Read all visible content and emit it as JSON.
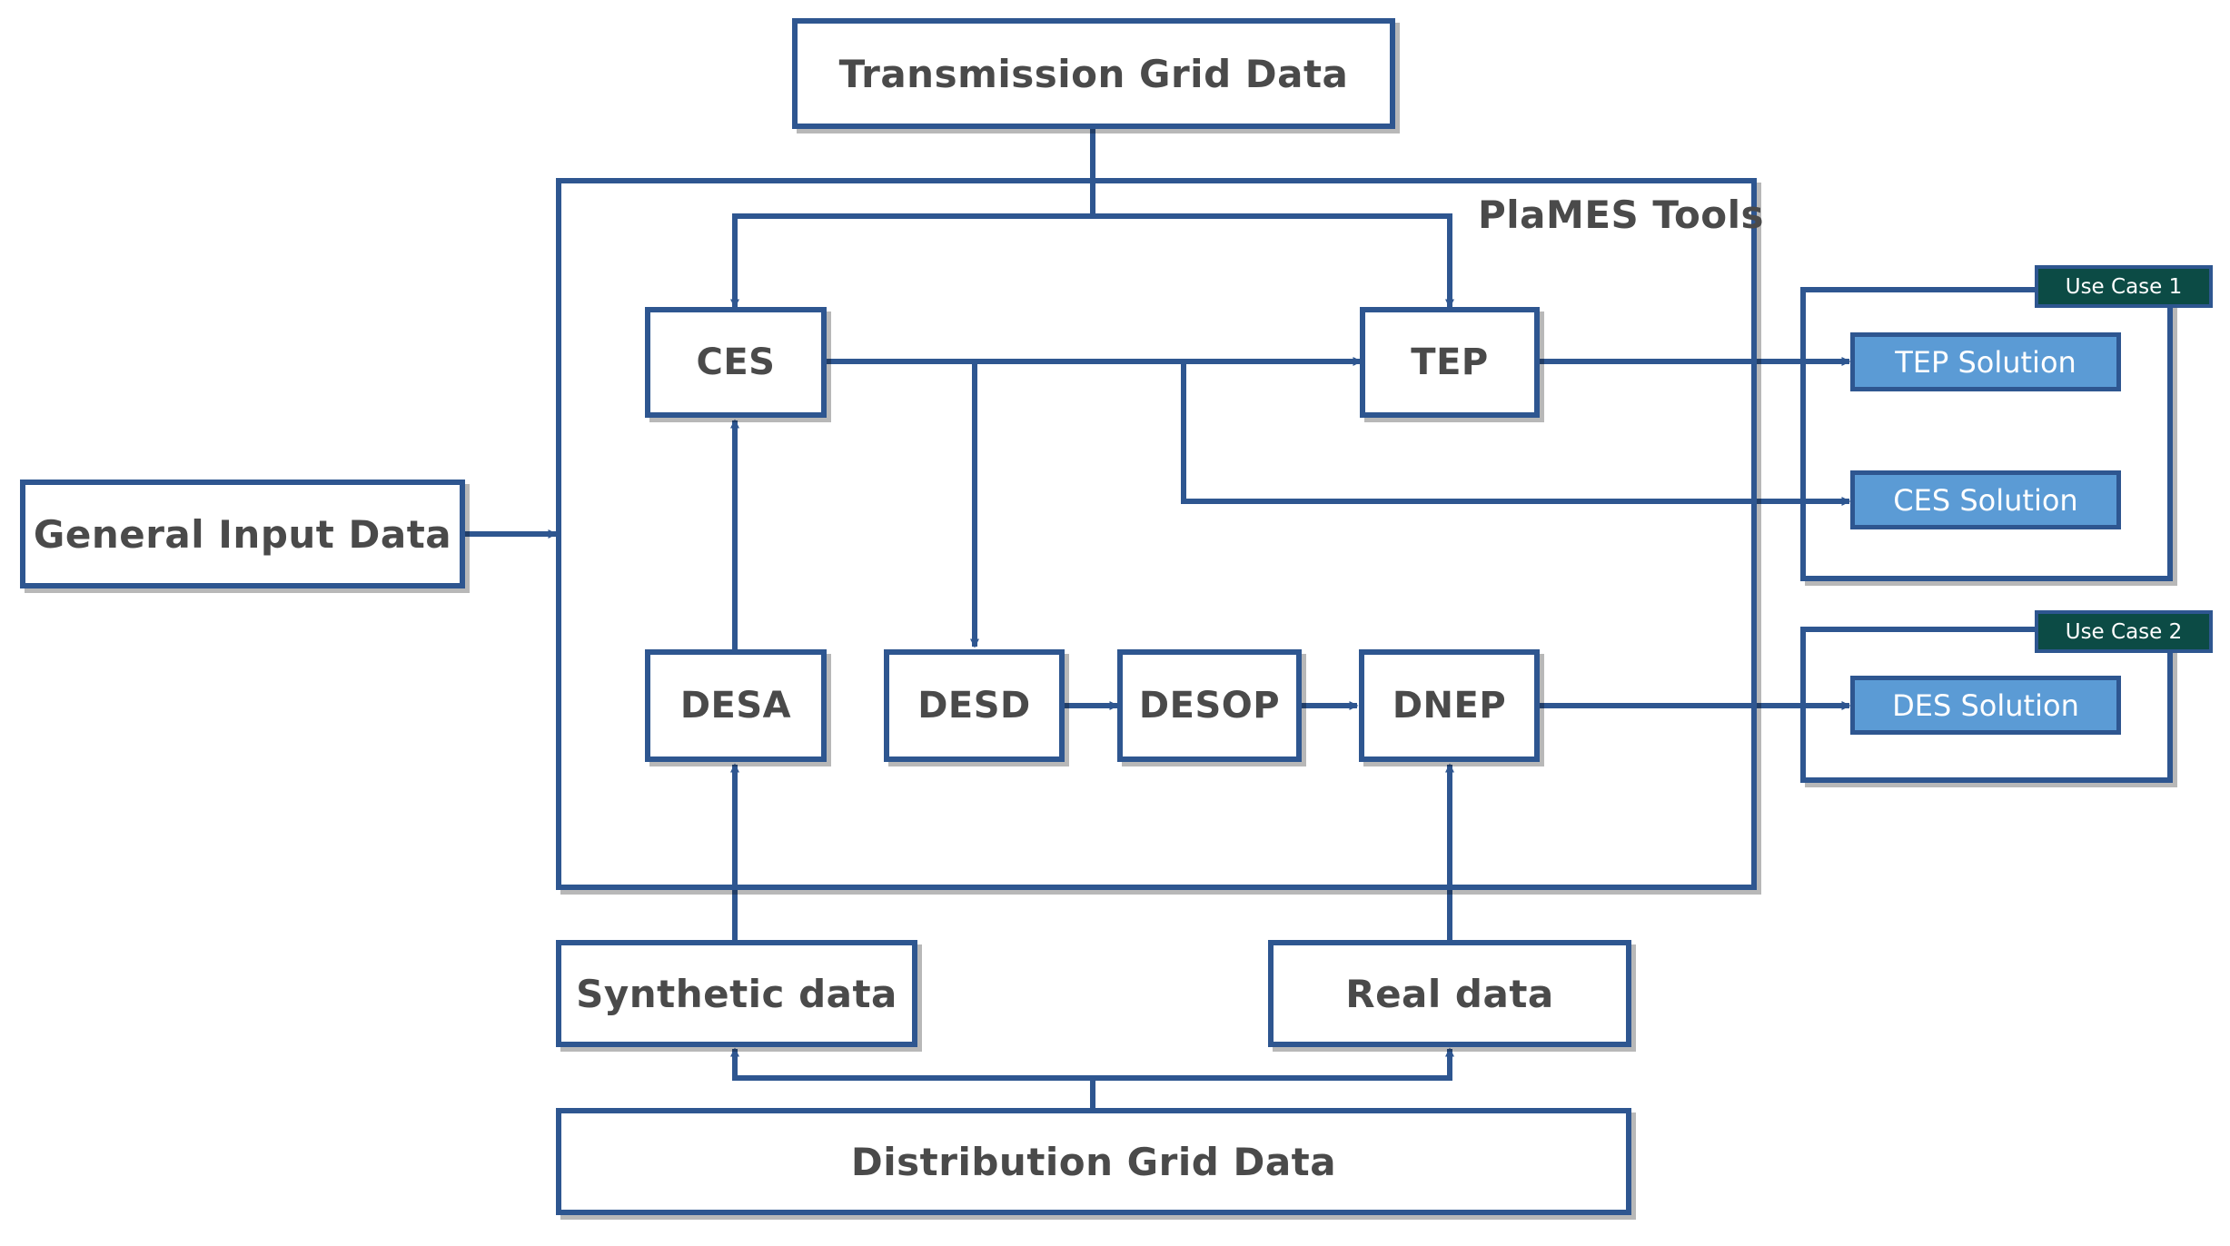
{
  "inputs": {
    "transmission": "Transmission Grid Data",
    "general": "General Input Data",
    "synthetic": "Synthetic data",
    "real": "Real data",
    "distribution": "Distribution Grid Data"
  },
  "tools": {
    "title": "PlaMES Tools",
    "ces": "CES",
    "tep": "TEP",
    "desa": "DESA",
    "desd": "DESD",
    "desop": "DESOP",
    "dnep": "DNEP"
  },
  "use_cases": [
    {
      "tag": "Use Case 1",
      "solutions": [
        "TEP Solution",
        "CES Solution"
      ]
    },
    {
      "tag": "Use Case 2",
      "solutions": [
        "DES Solution"
      ]
    }
  ],
  "colors": {
    "line": "#2e5690",
    "solution_fill": "#5b9bd5",
    "tag_fill": "#0c4b45",
    "text": "#4a4a4a"
  }
}
